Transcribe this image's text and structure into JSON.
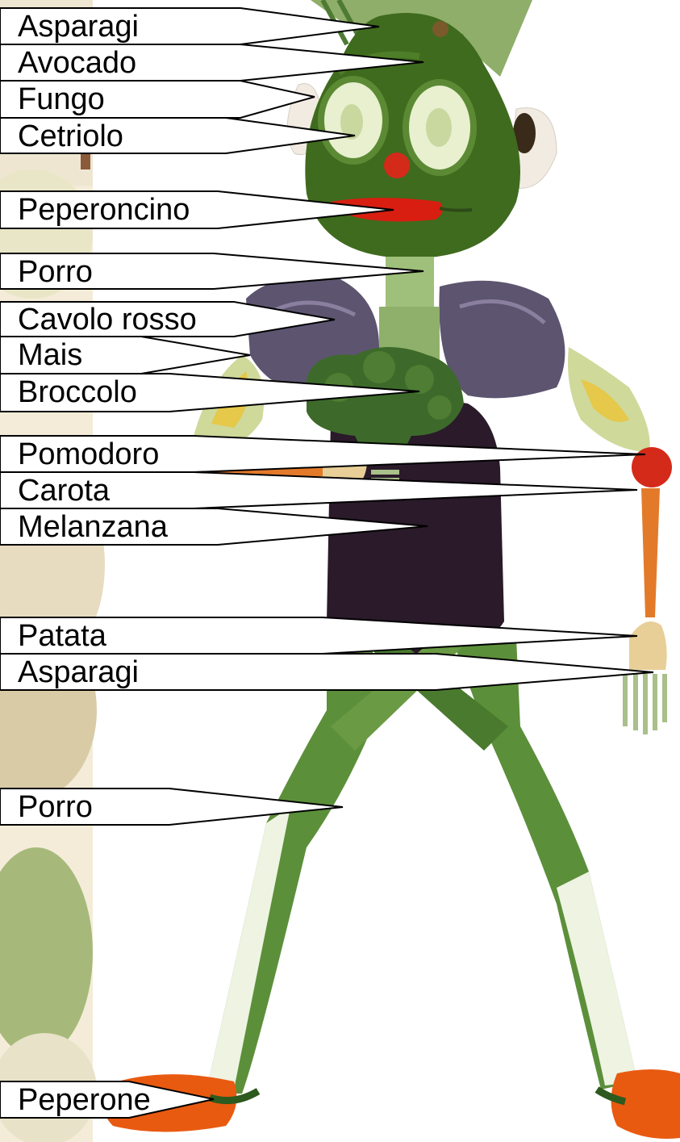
{
  "labels": [
    {
      "id": "asparagi-top",
      "text": "Asparagi"
    },
    {
      "id": "avocado",
      "text": "Avocado"
    },
    {
      "id": "fungo",
      "text": "Fungo"
    },
    {
      "id": "cetriolo",
      "text": "Cetriolo"
    },
    {
      "id": "peperoncino",
      "text": "Peperoncino"
    },
    {
      "id": "porro-neck",
      "text": "Porro"
    },
    {
      "id": "cavolo-rosso",
      "text": "Cavolo rosso"
    },
    {
      "id": "mais",
      "text": "Mais"
    },
    {
      "id": "broccolo",
      "text": "Broccolo"
    },
    {
      "id": "pomodoro",
      "text": "Pomodoro"
    },
    {
      "id": "carota",
      "text": "Carota"
    },
    {
      "id": "melanzana",
      "text": "Melanzana"
    },
    {
      "id": "patata",
      "text": "Patata"
    },
    {
      "id": "asparagi-hand",
      "text": "Asparagi"
    },
    {
      "id": "porro-legs",
      "text": "Porro"
    },
    {
      "id": "peperone",
      "text": "Peperone"
    }
  ],
  "colors": {
    "avocado": "#3f6b1e",
    "cucumber": "#e8f0d0",
    "leek_green": "#5c8f3a",
    "leek_white": "#eef3e2",
    "cabbage": "#5d5470",
    "eggplant": "#2a1a2a",
    "broccoli": "#3d6a2a",
    "carrot": "#e37a2a",
    "tomato": "#d42a1a",
    "corn": "#e6c84a",
    "pepper": "#e85a10",
    "chili": "#d81e10",
    "potato": "#e8cf97",
    "asparagus": "#a9c08a"
  }
}
